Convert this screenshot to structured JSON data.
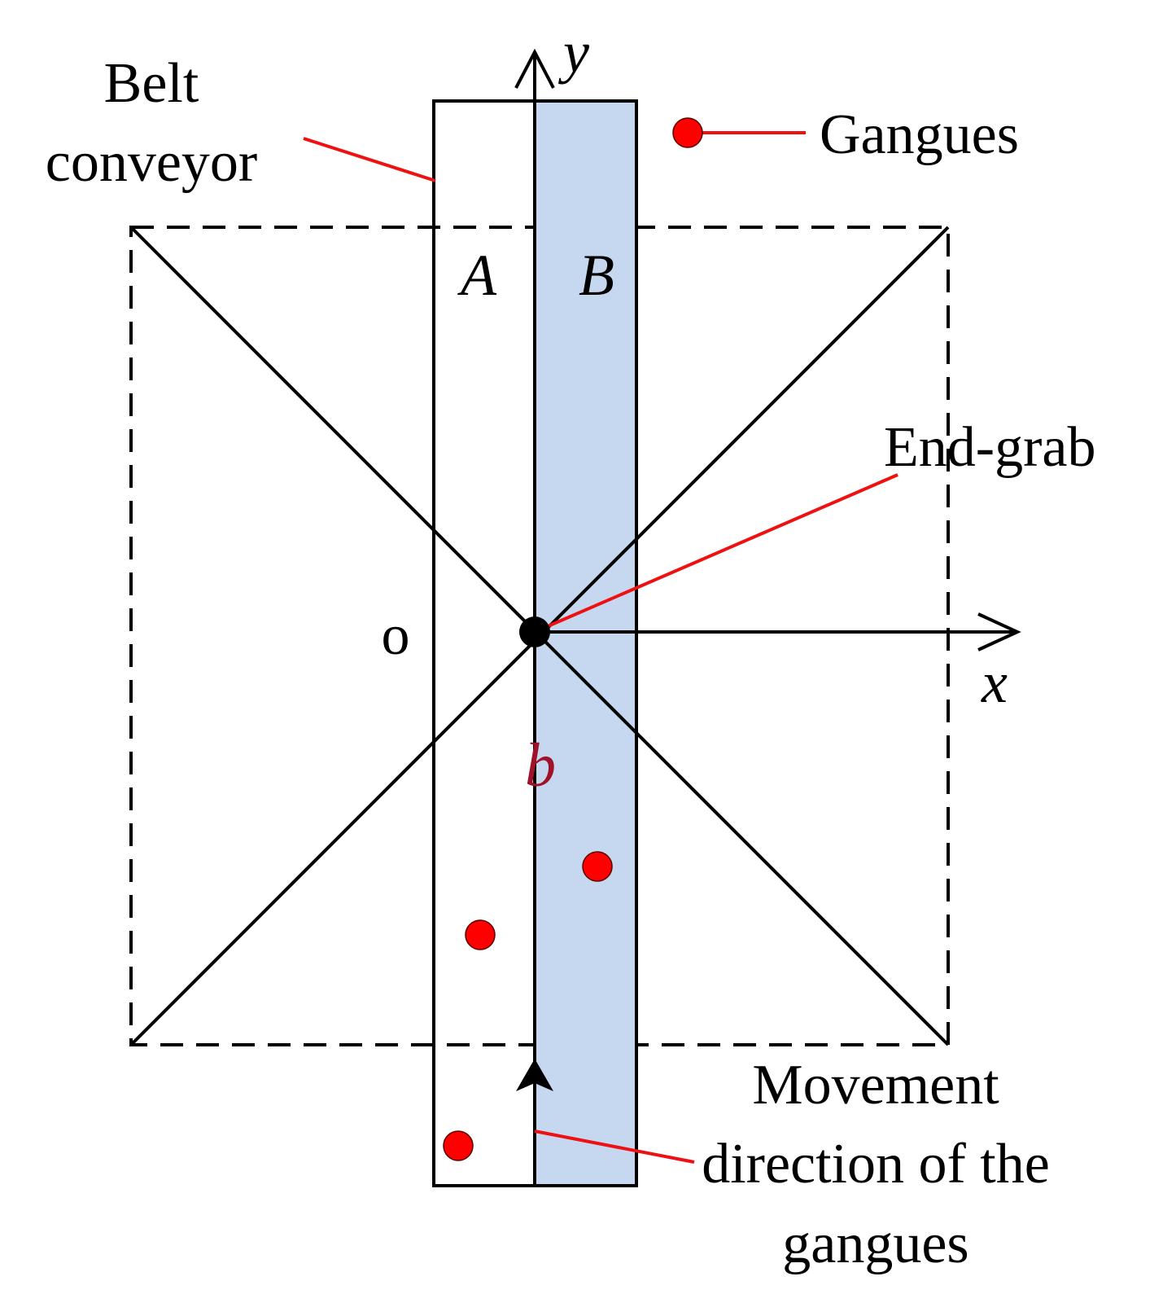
{
  "labels": {
    "belt_conveyor_line1": "Belt",
    "belt_conveyor_line2": "conveyor",
    "gangues": "Gangues",
    "region_a": "A",
    "region_b": "B",
    "end_grab": "End-grab",
    "origin": "o",
    "x_axis": "x",
    "y_axis": "y",
    "b": "b",
    "movement_line1": "Movement",
    "movement_line2": "direction of the",
    "movement_line3": "gangues"
  },
  "colors": {
    "belt_region_b_fill": "#c6d8ef",
    "gangue_fill": "#ff0000",
    "leader_line": "#ee1111",
    "b_label": "#a0112a",
    "outline": "#000000"
  },
  "icons": {
    "gangue": "red-circle",
    "end_grab": "black-dot",
    "movement": "up-arrowhead"
  }
}
